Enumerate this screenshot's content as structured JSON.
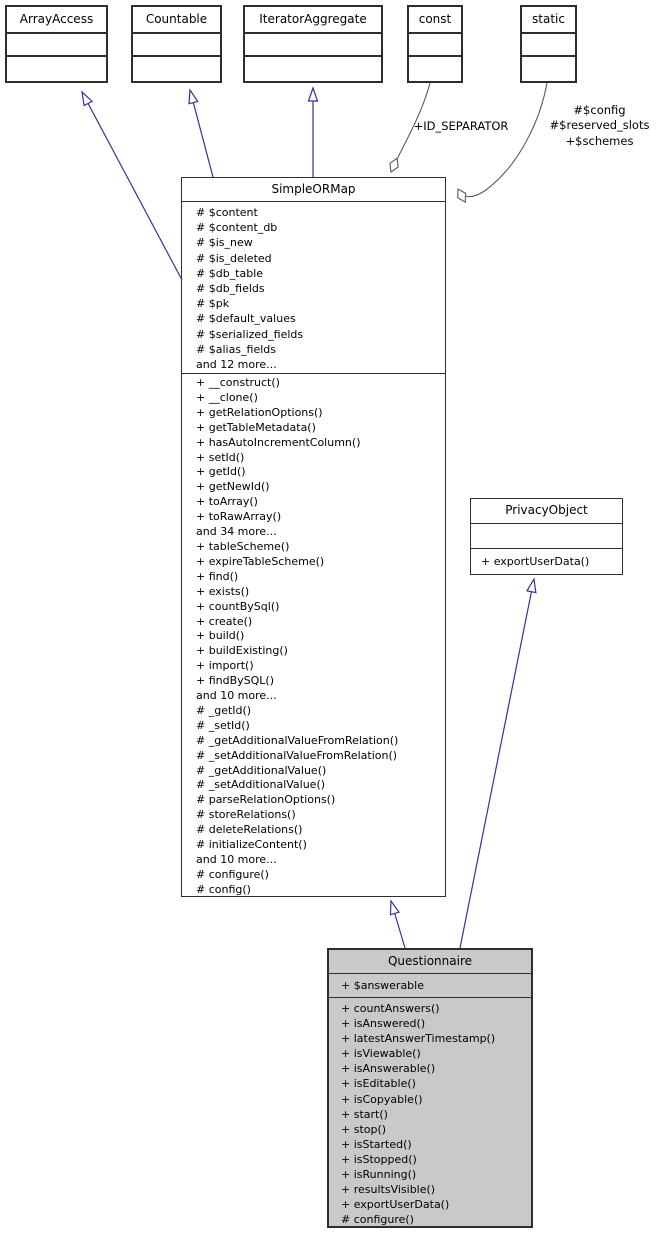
{
  "classes": {
    "arrayaccess": {
      "title": "ArrayAccess"
    },
    "countable": {
      "title": "Countable"
    },
    "iteratoraggregate": {
      "title": "IteratorAggregate"
    },
    "const": {
      "title": "const"
    },
    "static": {
      "title": "static"
    },
    "simpleormap": {
      "title": "SimpleORMap",
      "attributes": [
        "# $content",
        "# $content_db",
        "# $is_new",
        "# $is_deleted",
        "# $db_table",
        "# $db_fields",
        "# $pk",
        "# $default_values",
        "# $serialized_fields",
        "# $alias_fields",
        "and 12 more..."
      ],
      "methods": [
        "+ __construct()",
        "+ __clone()",
        "+ getRelationOptions()",
        "+ getTableMetadata()",
        "+ hasAutoIncrementColumn()",
        "+ setId()",
        "+ getId()",
        "+ getNewId()",
        "+ toArray()",
        "+ toRawArray()",
        "and 34 more...",
        "+ tableScheme()",
        "+ expireTableScheme()",
        "+ find()",
        "+ exists()",
        "+ countBySql()",
        "+ create()",
        "+ build()",
        "+ buildExisting()",
        "+ import()",
        "+ findBySQL()",
        "and 10 more...",
        "# _getId()",
        "# _setId()",
        "# _getAdditionalValueFromRelation()",
        "# _setAdditionalValueFromRelation()",
        "# _getAdditionalValue()",
        "# _setAdditionalValue()",
        "# parseRelationOptions()",
        "# storeRelations()",
        "# deleteRelations()",
        "# initializeContent()",
        "and 10 more...",
        "# configure()",
        "# config()"
      ]
    },
    "privacyobject": {
      "title": "PrivacyObject",
      "methods": [
        "+ exportUserData()"
      ]
    },
    "questionnaire": {
      "title": "Questionnaire",
      "attributes": [
        "+ $answerable"
      ],
      "methods": [
        "+ countAnswers()",
        "+ isAnswered()",
        "+ latestAnswerTimestamp()",
        "+ isViewable()",
        "+ isAnswerable()",
        "+ isEditable()",
        "+ isCopyable()",
        "+ start()",
        "+ stop()",
        "+ isStarted()",
        "+ isStopped()",
        "+ isRunning()",
        "+ resultsVisible()",
        "+ exportUserData()",
        "# configure()"
      ]
    }
  },
  "edge_labels": {
    "const_usage": "+ID_SEPARATOR",
    "static_usage": [
      "#$config",
      "#$reserved_slots",
      "+$schemes"
    ]
  },
  "colors": {
    "inheritance_edge": "#333399",
    "usage_edge": "#5a5a5a",
    "node_border": "#2e2e2e",
    "node_fill": "#ffffff",
    "highlight_fill": "#c9c9c9"
  }
}
